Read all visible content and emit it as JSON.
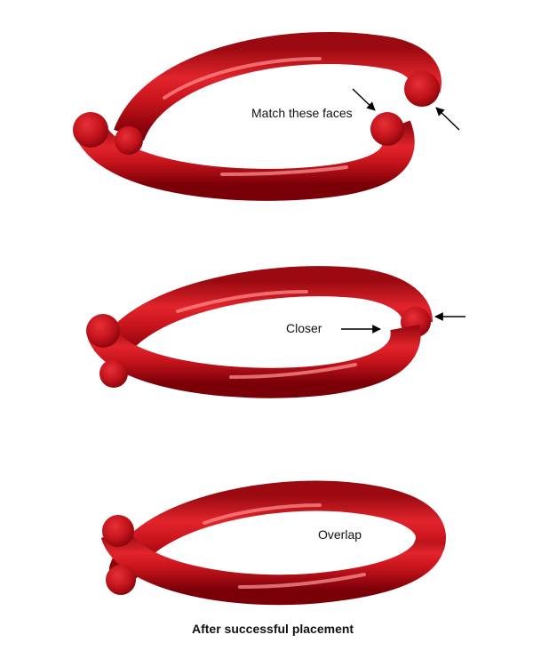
{
  "labels": {
    "step1": "Match these faces",
    "step2": "Closer",
    "step3": "Overlap"
  },
  "caption": "After successful placement",
  "colors": {
    "tube_light": "#ff7a7a",
    "tube_mid": "#d01820",
    "tube_dark": "#7a0008",
    "arrow": "#000000"
  }
}
